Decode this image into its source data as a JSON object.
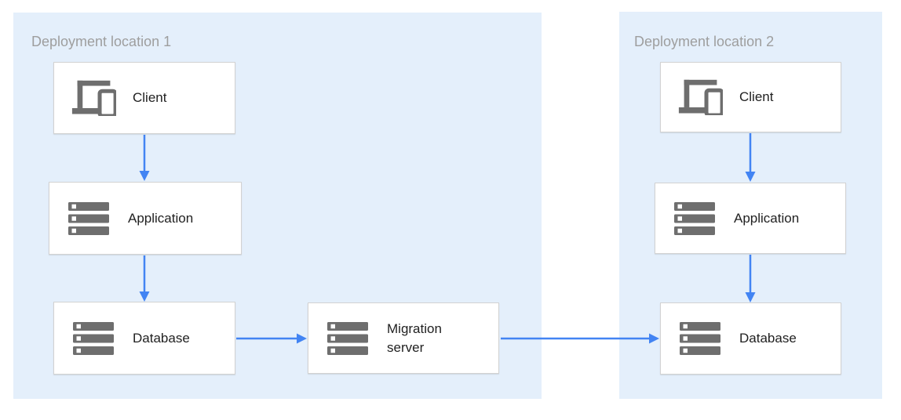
{
  "regions": [
    {
      "title": "Deployment location 1"
    },
    {
      "title": "Deployment location 2"
    }
  ],
  "nodes": {
    "client1": {
      "label": "Client",
      "icon": "client-devices-icon"
    },
    "application1": {
      "label": "Application",
      "icon": "server-stack-icon"
    },
    "database1": {
      "label": "Database",
      "icon": "server-stack-icon"
    },
    "migration": {
      "label": "Migration server",
      "icon": "server-stack-icon"
    },
    "client2": {
      "label": "Client",
      "icon": "client-devices-icon"
    },
    "application2": {
      "label": "Application",
      "icon": "server-stack-icon"
    },
    "database2": {
      "label": "Database",
      "icon": "server-stack-icon"
    }
  },
  "edges": [
    {
      "from": "client1",
      "to": "application1"
    },
    {
      "from": "application1",
      "to": "database1"
    },
    {
      "from": "database1",
      "to": "migration"
    },
    {
      "from": "migration",
      "to": "database2"
    },
    {
      "from": "client2",
      "to": "application2"
    },
    {
      "from": "application2",
      "to": "database2"
    }
  ],
  "colors": {
    "canvas_background": "#ffffff",
    "region_fill": "#e4effb",
    "region_title": "#9e9e9e",
    "node_fill": "#ffffff",
    "node_border": "#d2d2d2",
    "node_label": "#212121",
    "icon_gray": "#6e6e6e",
    "arrow": "#4284f3"
  }
}
